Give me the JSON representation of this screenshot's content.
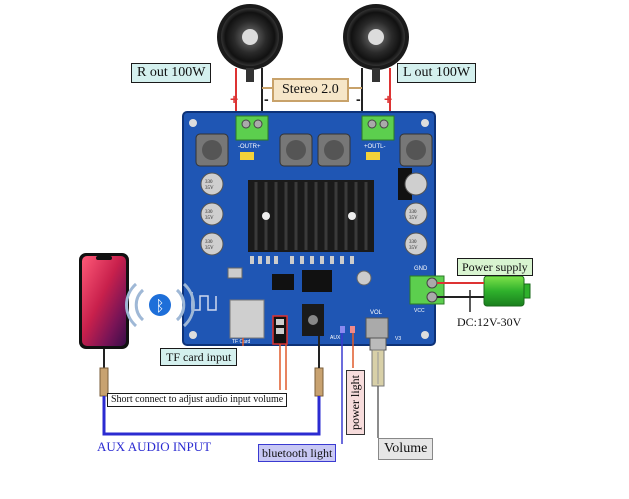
{
  "labels": {
    "r_out": "R out 100W",
    "l_out": "L out 100W",
    "stereo": "Stereo 2.0",
    "power_supply": "Power supply",
    "dc_range": "DC:12V-30V",
    "tf_card_input": "TF card input",
    "short_connect": "Short connect to adjust audio input volume",
    "aux_input": "AUX AUDIO INPUT",
    "bluetooth_light": "bluetooth light",
    "power_light": "power light",
    "volume": "Volume"
  },
  "polarity": {
    "plus": "+",
    "minus": "-"
  },
  "board_silk": {
    "out_r": "-OUTR+",
    "out_l": "+OUTL-",
    "gnd": "GND",
    "vcc": "VCC",
    "tf": "TF Card",
    "aux": "AUX",
    "vol": "VOL",
    "v3": "V3",
    "cap_a": "330",
    "cap_b": "35V"
  },
  "bluetooth_glyph": "ᛒ",
  "colors": {
    "board": "#1f56b4",
    "board_dark": "#123a86",
    "terminal": "#5ccf4e",
    "wire_red": "#d33",
    "wire_blue": "#2b2bd1",
    "wire_black": "#222",
    "label_cyan": "#d4f0ee",
    "label_pink": "#f7dcdc",
    "label_blue": "#c8c8f4"
  }
}
